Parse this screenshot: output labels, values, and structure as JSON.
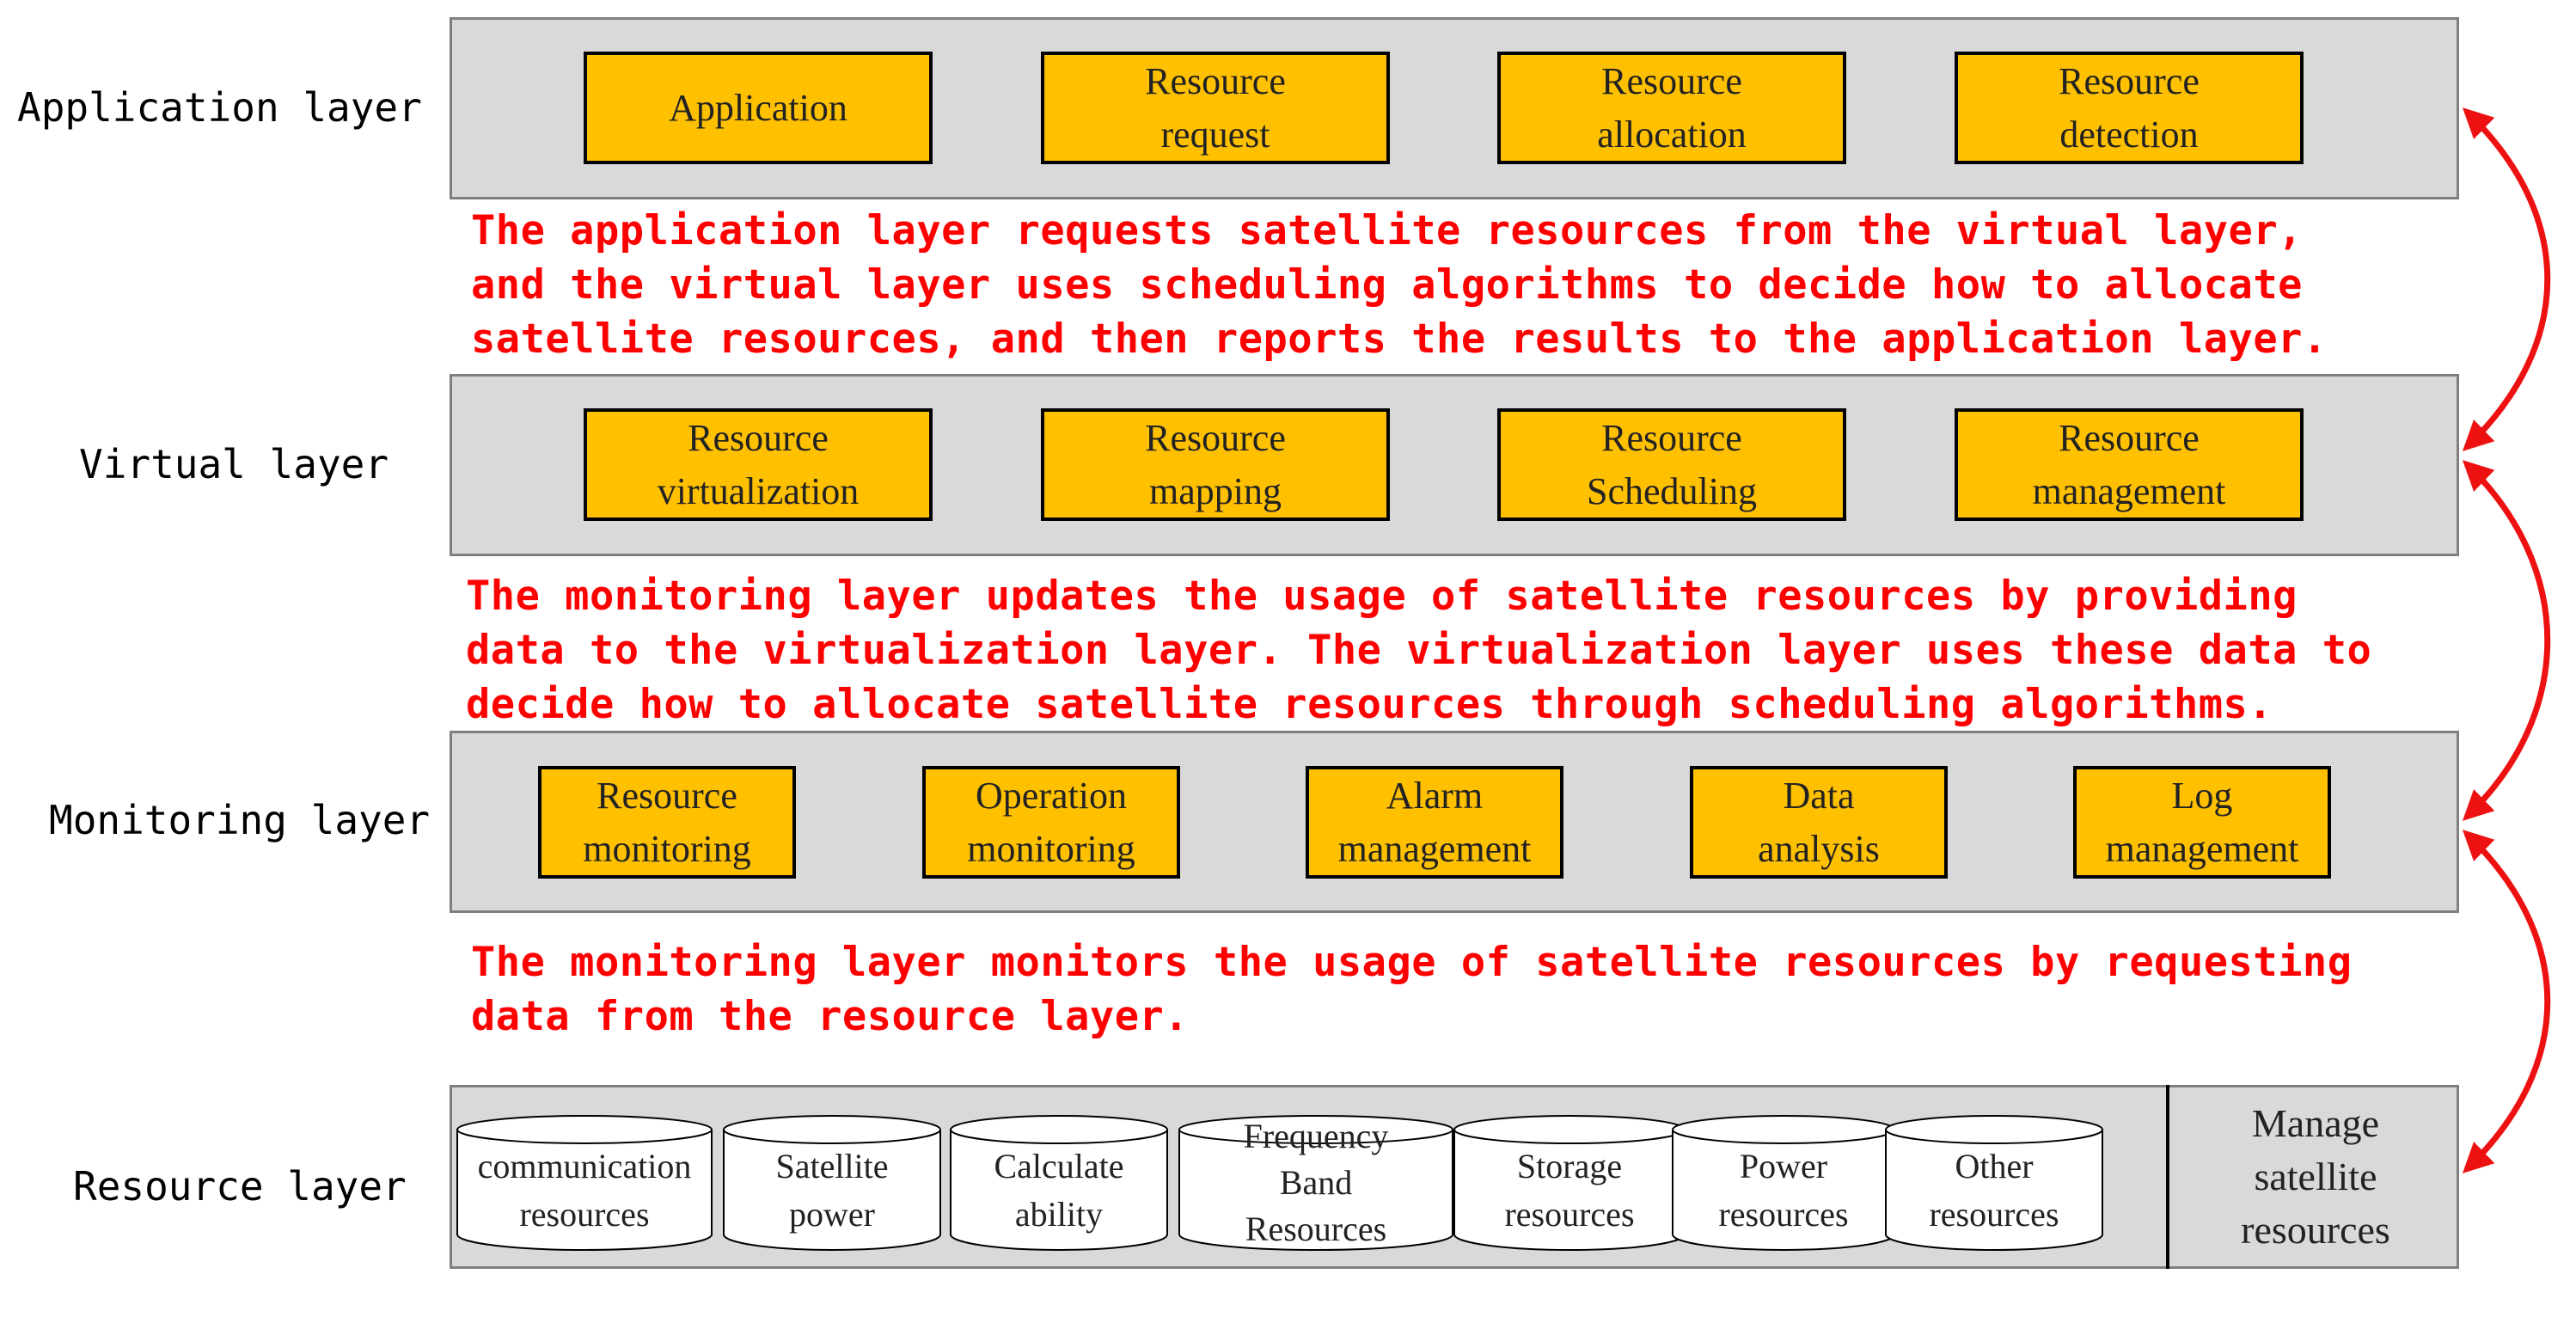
{
  "layers": {
    "application": "Application layer",
    "virtual": "Virtual layer",
    "monitoring": "Monitoring layer",
    "resource": "Resource layer"
  },
  "application_boxes": [
    "Application",
    "Resource\nrequest",
    "Resource\nallocation",
    "Resource\ndetection"
  ],
  "virtual_boxes": [
    "Resource\nvirtualization",
    "Resource\nmapping",
    "Resource\nScheduling",
    "Resource\nmanagement"
  ],
  "monitoring_boxes": [
    "Resource\nmonitoring",
    "Operation\nmonitoring",
    "Alarm\nmanagement",
    "Data\nanalysis",
    "Log\nmanagement"
  ],
  "resource_items": [
    "communication\nresources",
    "Satellite\npower",
    "Calculate\nability",
    "Frequency\nBand\nResources",
    "Storage\nresources",
    "Power\nresources",
    "Other\nresources"
  ],
  "manage_label": "Manage\nsatellite\nresources",
  "notes": {
    "app_virtual": "The application layer requests satellite resources from the virtual layer,\nand the virtual layer uses scheduling algorithms to decide how to allocate\nsatellite resources, and then reports the results to the application layer.",
    "virtual_monitoring": "The monitoring layer updates the usage of satellite resources by providing\ndata to the virtualization layer. The virtualization layer uses these data to\ndecide how to allocate satellite resources through scheduling algorithms.",
    "monitoring_resource": "The monitoring layer monitors the usage of satellite resources by requesting\ndata from the resource layer."
  },
  "colors": {
    "band": "#d9d9d9",
    "box": "#ffc000",
    "note": "#ff0000",
    "arrow": "#ee1111"
  }
}
